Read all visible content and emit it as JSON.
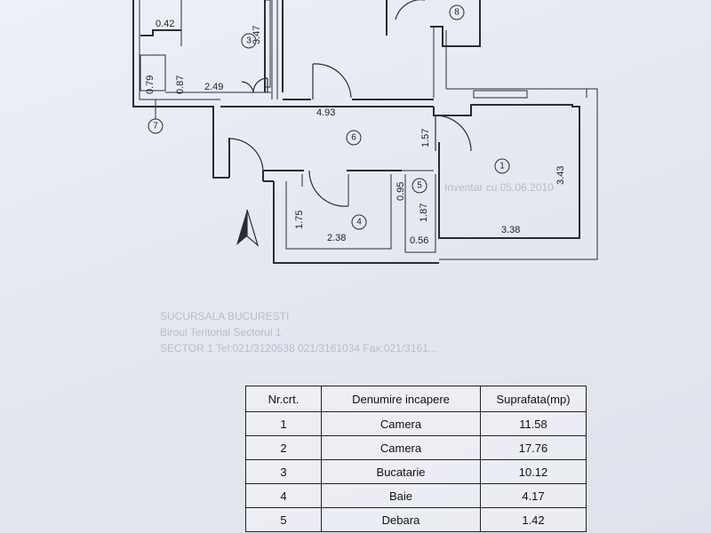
{
  "plan": {
    "dimensions": {
      "d_042": "0.42",
      "d_347": "3.47",
      "d_079": "0.79",
      "d_087": "0.87",
      "d_249": "2.49",
      "d_493": "4.93",
      "d_157": "1.57",
      "d_343": "3.43",
      "d_095": "0.95",
      "d_187": "1.87",
      "d_175": "1.75",
      "d_238": "2.38",
      "d_056": "0.56",
      "d_338": "3.38"
    },
    "room_numbers": {
      "r1": "1",
      "r3": "3",
      "r4": "4",
      "r5": "5",
      "r6": "6",
      "r7": "7",
      "r8": "8"
    }
  },
  "faded_stamp": {
    "line1": "SUCURSALA BUCURESTI",
    "line2": "Biroul Teritorial Sectorul 1",
    "line3": "SECTOR 1 Tel:021/3120538 021/3161034 Fax:021/3161...",
    "side": "Inventar cu 05.06.2010"
  },
  "table": {
    "headers": [
      "Nr.crt.",
      "Denumire incapere",
      "Suprafata(mp)"
    ],
    "rows": [
      {
        "nr": "1",
        "name": "Camera",
        "area": "11.58"
      },
      {
        "nr": "2",
        "name": "Camera",
        "area": "17.76"
      },
      {
        "nr": "3",
        "name": "Bucatarie",
        "area": "10.12"
      },
      {
        "nr": "4",
        "name": "Baie",
        "area": "4.17"
      },
      {
        "nr": "5",
        "name": "Debara",
        "area": "1.42"
      }
    ]
  },
  "colors": {
    "ink": "#2b2b33",
    "paper": "#e8eaf2"
  }
}
